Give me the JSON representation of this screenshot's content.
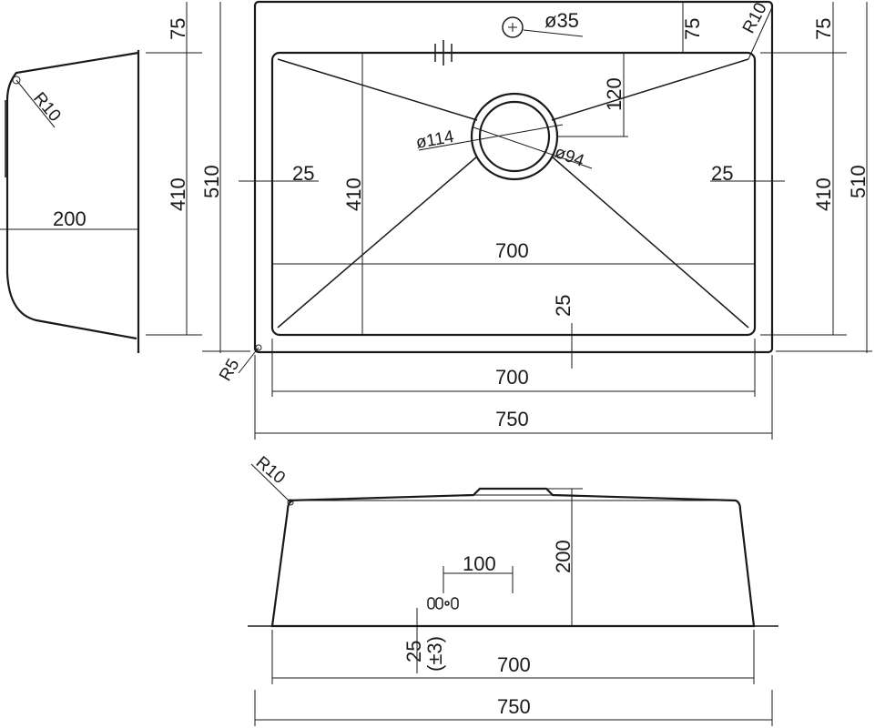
{
  "dimensions": {
    "side_top_75": "75",
    "side_410": "410",
    "side_510": "510",
    "side_200": "200",
    "side_r10": "R10",
    "overflow_d35": "ø35",
    "top_75": "75",
    "corner_r10": "R10",
    "drain_120": "120",
    "drain_d114": "ø114",
    "drain_d94": "ø94",
    "left_25": "25",
    "right_25": "25",
    "inner_410": "410",
    "inner_700": "700",
    "bottom_25": "25",
    "corner_r5": "R5",
    "outer_700": "700",
    "outer_750": "750",
    "right_75": "75",
    "right_410": "410",
    "right_510": "510",
    "front_r10": "R10",
    "front_200": "200",
    "front_100": "100",
    "front_25": "25",
    "front_pm3": "(±3)",
    "front_700": "700",
    "front_750": "750"
  }
}
